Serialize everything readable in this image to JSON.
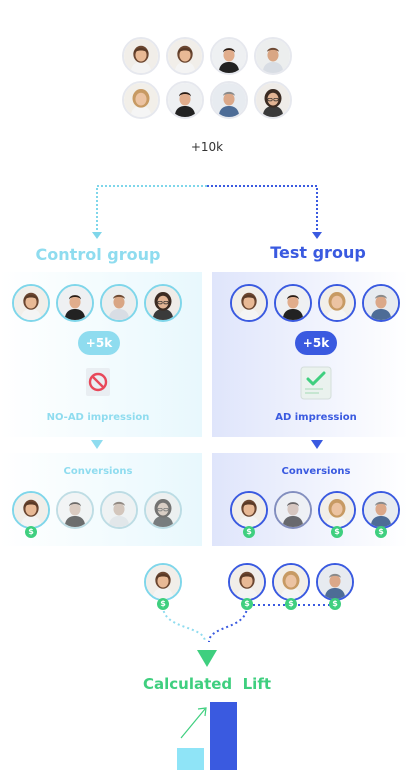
{
  "top": {
    "count_label": "+10k"
  },
  "control": {
    "title": "Control group",
    "pill": "+5k",
    "impression_label": "NO-AD impression",
    "conversions_label": "Conversions"
  },
  "test": {
    "title": "Test group",
    "pill": "+5k",
    "impression_label": "AD impression",
    "conversions_label": "Conversions"
  },
  "currency_symbol": "$",
  "result": {
    "title": "Calculated  Lift"
  },
  "colors": {
    "control_accent": "#7fd6ea",
    "test_accent": "#3a5ae0",
    "lift_green": "#3fcf7f",
    "control_bar": "#8fe4f7",
    "test_bar": "#3a5ae0"
  }
}
